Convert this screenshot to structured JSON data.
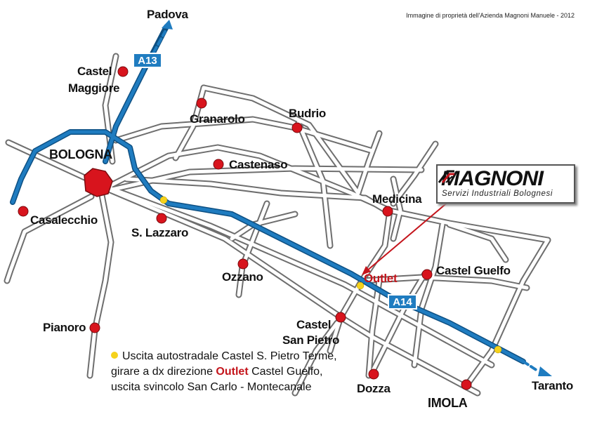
{
  "copyright": "Immagine di proprietà dell'Azienda Magnoni Manuele - 2012",
  "motorways": [
    {
      "id": "a13",
      "label": "A13"
    },
    {
      "id": "a14",
      "label": "A14"
    }
  ],
  "cities": {
    "padova": "Padova",
    "castel_maggiore_1": "Castel",
    "castel_maggiore_2": "Maggiore",
    "granarolo": "Granarolo",
    "budrio": "Budrio",
    "bologna": "BOLOGNA",
    "castenaso": "Castenaso",
    "medicina": "Medicina",
    "casalecchio": "Casalecchio",
    "s_lazzaro": "S. Lazzaro",
    "ozzano": "Ozzano",
    "outlet": "Outlet",
    "castel_guelfo": "Castel Guelfo",
    "castel_san_pietro_1": "Castel",
    "castel_san_pietro_2": "San Pietro",
    "pianoro": "Pianoro",
    "dozza": "Dozza",
    "imola": "IMOLA",
    "taranto": "Taranto"
  },
  "logo": {
    "name": "MAGNONI",
    "subtitle": "Servizi Industriali Bolognesi"
  },
  "legend": {
    "line1": "Uscita autostradale Castel S. Pietro Terme,",
    "line2_before": "girare a dx direzione",
    "line2_highlight": "Outlet",
    "line2_after": "Castel Guelfo,",
    "line3": "uscita svincolo San Carlo - Montecanale"
  },
  "colors": {
    "motorway": "#1f7cc0",
    "road": "#9a9a9a",
    "city_dot": "#d8141d",
    "exit_dot": "#f5d21c",
    "highlight": "#c4151c"
  }
}
